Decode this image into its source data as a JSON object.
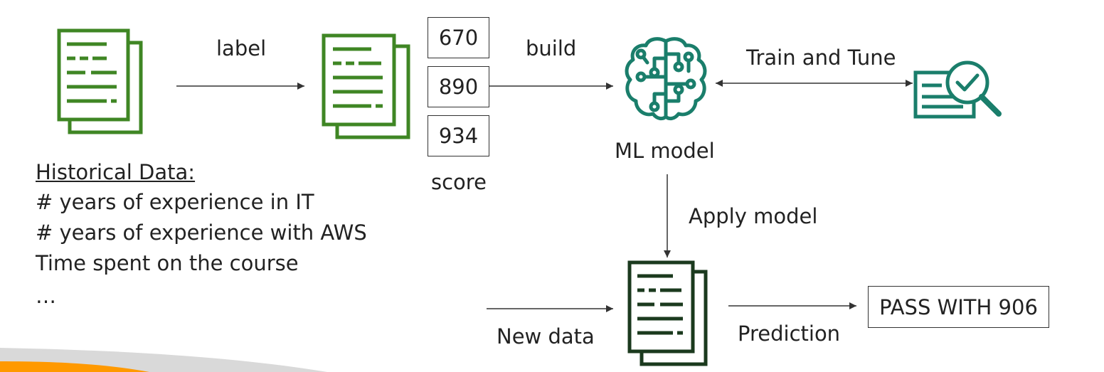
{
  "labels": {
    "label": "label",
    "build": "build",
    "train_and_tune": "Train and Tune",
    "ml_model": "ML model",
    "apply_model": "Apply model",
    "new_data": "New data",
    "prediction": "Prediction",
    "score": "score"
  },
  "scores": [
    "670",
    "890",
    "934"
  ],
  "result": "PASS WITH 906",
  "historical": {
    "title": "Historical Data:",
    "lines": [
      "# years of experience in IT",
      "# years of experience with AWS",
      "Time spent on the course",
      "…"
    ]
  },
  "colors": {
    "doc_green": "#3f8624",
    "doc_dark": "#1b3a1e",
    "teal": "#1a7e6b",
    "accent_orange": "#f90"
  }
}
